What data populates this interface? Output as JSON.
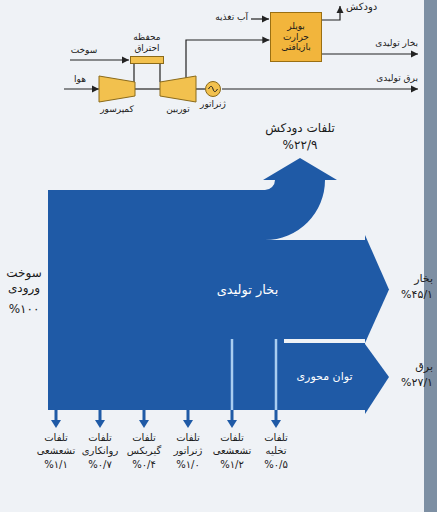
{
  "diagram": {
    "nodes": [
      {
        "text": [
          "کمپرسور"
        ]
      },
      {
        "text": [
          "محفظه احتراق"
        ]
      },
      {
        "text": [
          "توربین"
        ]
      },
      {
        "text": [
          "ژنراتور"
        ]
      },
      {
        "text": [
          "بویلر حرارت بازیافتی"
        ]
      },
      {
        "text": [
          "بخار تولیدی"
        ]
      },
      {
        "text": [
          "توان محوری"
        ]
      }
    ],
    "edges": [
      {
        "from": 0,
        "to": 1,
        "arrow": "none"
      },
      {
        "from": 1,
        "to": 2,
        "arrow": "none"
      },
      {
        "from": 0,
        "to": 2,
        "arrow": "none"
      },
      {
        "from": 2,
        "to": 3,
        "arrow": "none"
      },
      {
        "from": 2,
        "to": 4,
        "arrow": "to"
      }
    ],
    "labels": [
      "دودکش",
      "آب تغذیه",
      "سوخت",
      "هوا",
      "بخار تولیدی",
      "برق تولیدی",
      "تلفات دودکش",
      "%۲۲/۹",
      "سوخت ورودی",
      "%۱۰۰",
      "بخار",
      "%۴۵/۱",
      "برق",
      "%۲۷/۱",
      "تلفات تشعشعی",
      "%۱/۱",
      "تلفات روانکاری",
      "%۰/۷",
      "تلفات گیربکس",
      "%۰/۴",
      "تلفات ژنراتور",
      "%۱/۰",
      "تلفات تشعشعی",
      "%۱/۲",
      "تلفات تخلیه",
      "%۰/۵"
    ]
  }
}
